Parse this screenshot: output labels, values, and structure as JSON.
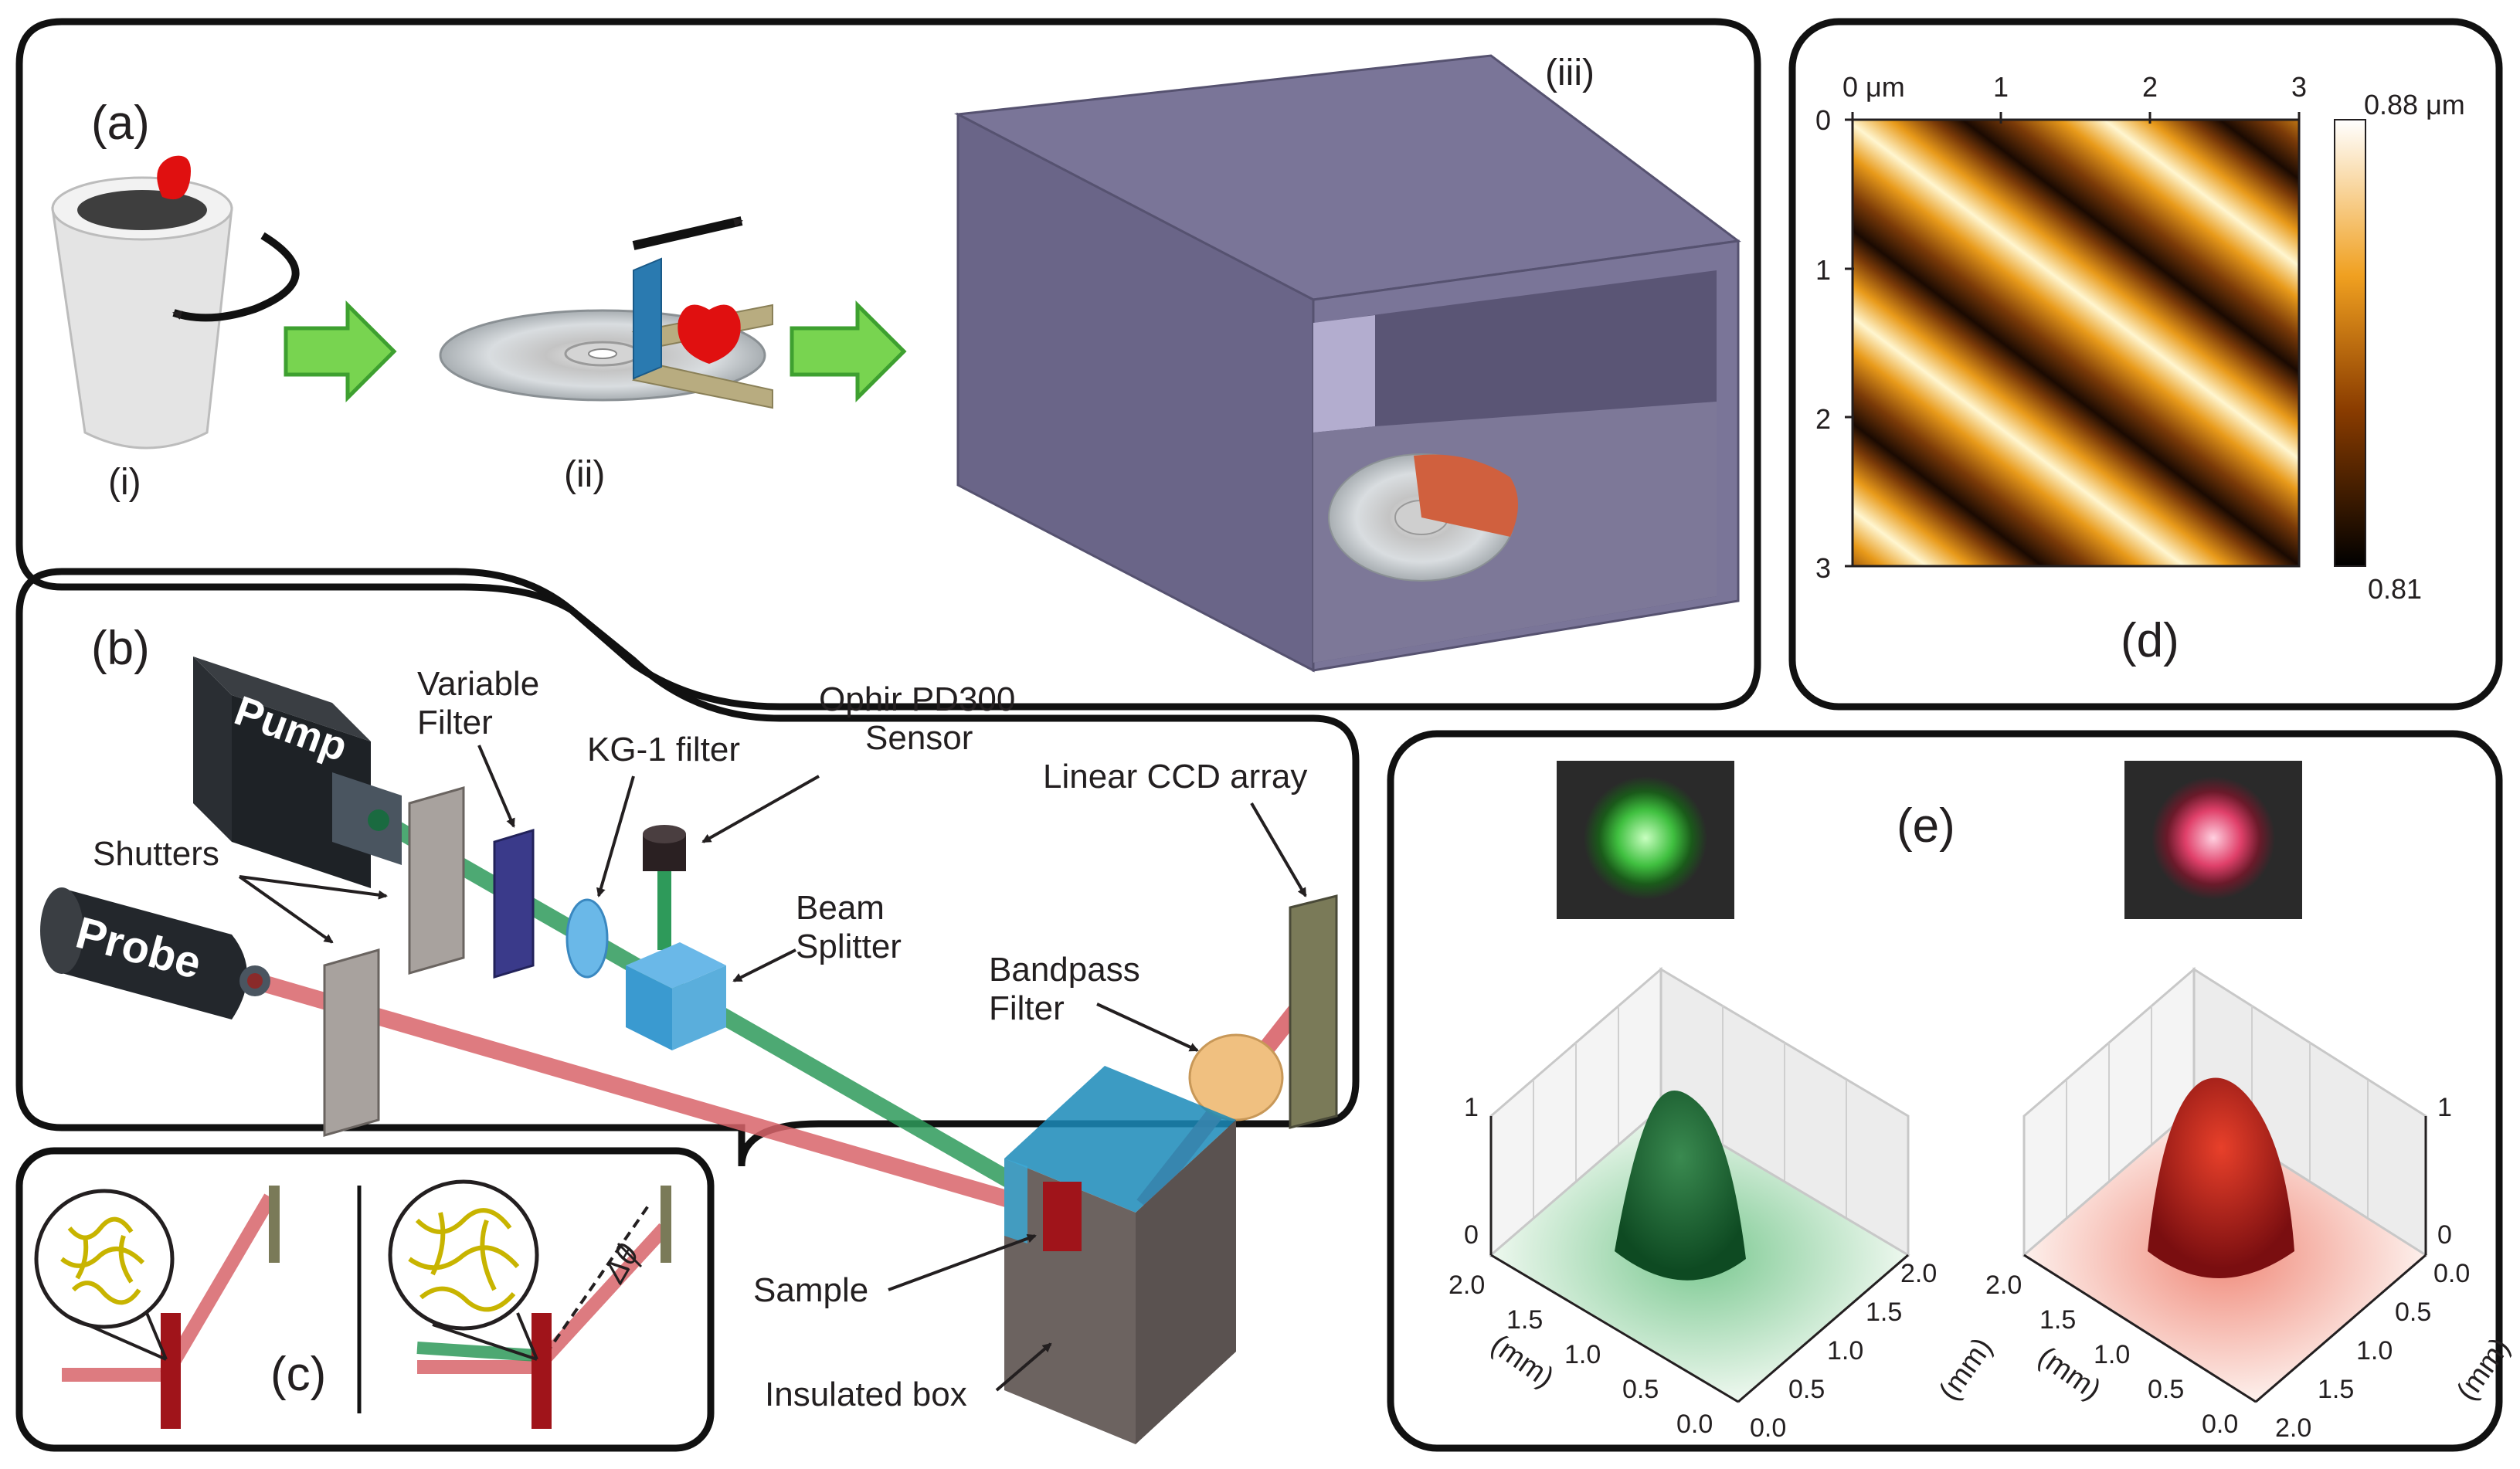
{
  "panel_a": {
    "label": "(a)",
    "sub_i": "(i)",
    "sub_ii": "(ii)",
    "sub_iii": "(iii)"
  },
  "panel_b": {
    "label": "(b)",
    "pump": "Pump",
    "probe": "Probe",
    "shutters": "Shutters",
    "variable_filter_1": "Variable",
    "variable_filter_2": "Filter",
    "kg1_filter": "KG-1 filter",
    "ophir_1": "Ophir PD300",
    "ophir_2": "Sensor",
    "beam_splitter_1": "Beam",
    "beam_splitter_2": "Splitter",
    "linear_ccd": "Linear CCD array",
    "bandpass_1": "Bandpass",
    "bandpass_2": "Filter",
    "sample": "Sample",
    "insulated_box": "Insulated box"
  },
  "panel_c": {
    "label": "(c)",
    "delta_theta": "Δθ"
  },
  "panel_d": {
    "label": "(d)",
    "x_ticks": [
      "0 μm",
      "1",
      "2",
      "3"
    ],
    "y_ticks": [
      "0",
      "1",
      "2",
      "3"
    ],
    "colorbar_max": "0.88 μm",
    "colorbar_min": "0.81"
  },
  "panel_e": {
    "label": "(e)",
    "z_tick_top": "1",
    "z_tick_bottom": "0",
    "green_left_ticks": [
      "2.0",
      "1.5",
      "1.0",
      "0.5",
      "0.0"
    ],
    "green_right_ticks": [
      "0.0",
      "0.5",
      "1.0",
      "1.5",
      "2.0"
    ],
    "red_left_ticks": [
      "2.0",
      "1.5",
      "1.0",
      "0.5",
      "0.0"
    ],
    "red_right_ticks": [
      "0.0",
      "0.5",
      "1.0",
      "1.5",
      "2.0"
    ],
    "axis_unit": "(mm)"
  },
  "colors": {
    "pump_beam": "#2e9a5a",
    "probe_beam": "#d8646a",
    "box_purple": "#6e6a8c",
    "arrow_green": "#5cc040"
  }
}
